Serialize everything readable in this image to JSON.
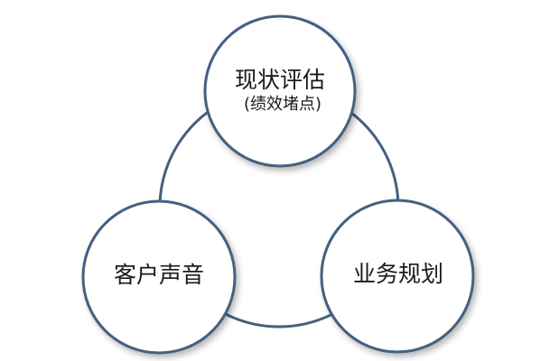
{
  "diagram": {
    "stroke_color": "#45607f",
    "fill_color": "#ffffff",
    "nodes": [
      {
        "title": "现状评估",
        "subtitle": "(绩效堵点)"
      },
      {
        "title": "客户声音",
        "subtitle": ""
      },
      {
        "title": "业务规划",
        "subtitle": ""
      }
    ]
  }
}
